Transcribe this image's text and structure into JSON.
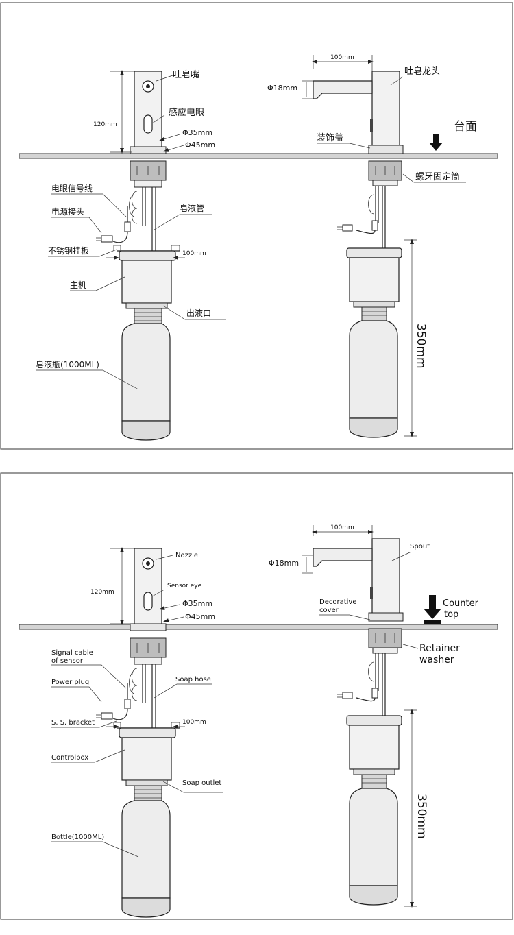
{
  "panels": [
    {
      "id": "cn",
      "labels": {
        "nozzle": "吐皂嘴",
        "sensor_eye": "感应电眼",
        "d35": "Φ35mm",
        "d45": "Φ45mm",
        "height": "120mm",
        "signal_cable": "电眼信号线",
        "power_plug": "电源接头",
        "soap_hose": "皂液管",
        "bracket": "不锈钢挂板",
        "bracket_width": "100mm",
        "controlbox": "主机",
        "soap_outlet": "出液口",
        "bottle": "皂液瓶(1000ML)",
        "spout_length": "100mm",
        "spout": "吐皂龙头",
        "d18": "Φ18mm",
        "deco_cover": "装饰盖",
        "counter_top": "台面",
        "retainer": "螺牙固定筒",
        "total_height": "350mm"
      }
    },
    {
      "id": "en",
      "labels": {
        "nozzle": "Nozzle",
        "sensor_eye": "Sensor eye",
        "d35": "Φ35mm",
        "d45": "Φ45mm",
        "height": "120mm",
        "signal_cable_1": "Signal  cable",
        "signal_cable_2": "of  sensor",
        "power_plug": "Power  plug",
        "soap_hose": "Soap  hose",
        "bracket": "S. S. bracket",
        "bracket_width": "100mm",
        "controlbox": "Controlbox",
        "soap_outlet": "Soap  outlet",
        "bottle": "Bottle(1000ML)",
        "spout_length": "100mm",
        "spout": "Spout",
        "d18": "Φ18mm",
        "deco_cover_1": "Decorative",
        "deco_cover_2": "cover",
        "counter_top_1": "Counter",
        "counter_top_2": "top",
        "retainer_1": "Retainer",
        "retainer_2": "washer",
        "total_height": "350mm"
      }
    }
  ]
}
